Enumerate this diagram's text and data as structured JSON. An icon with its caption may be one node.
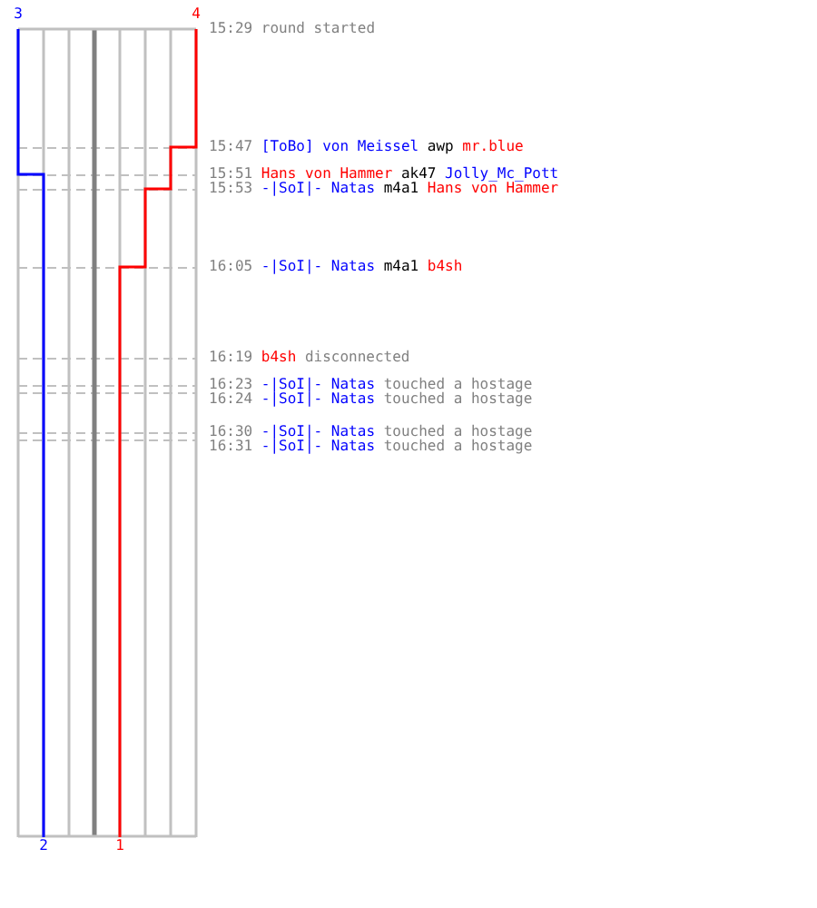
{
  "diagram": {
    "labels": [
      "15:29",
      "round started",
      "15:47",
      "[ToBo] von Meissel",
      "awp",
      "mr.blue",
      "15:51",
      "Hans von Hammer",
      "ak47",
      "Jolly_Mc_Pott",
      "15:53",
      "-|SoI|- Natas",
      "m4a1",
      "Hans von Hammer",
      "16:05",
      "-|SoI|- Natas",
      "m4a1",
      "b4sh",
      "16:19",
      "b4sh",
      "disconnected",
      "16:23",
      "-|SoI|- Natas",
      "touched a hostage",
      "16:24",
      "-|SoI|- Natas",
      "touched a hostage",
      "16:30",
      "-|SoI|- Natas",
      "touched a hostage",
      "16:31",
      "-|SoI|- Natas",
      "touched a hostage",
      "3",
      "4",
      "2",
      "1"
    ]
  }
}
